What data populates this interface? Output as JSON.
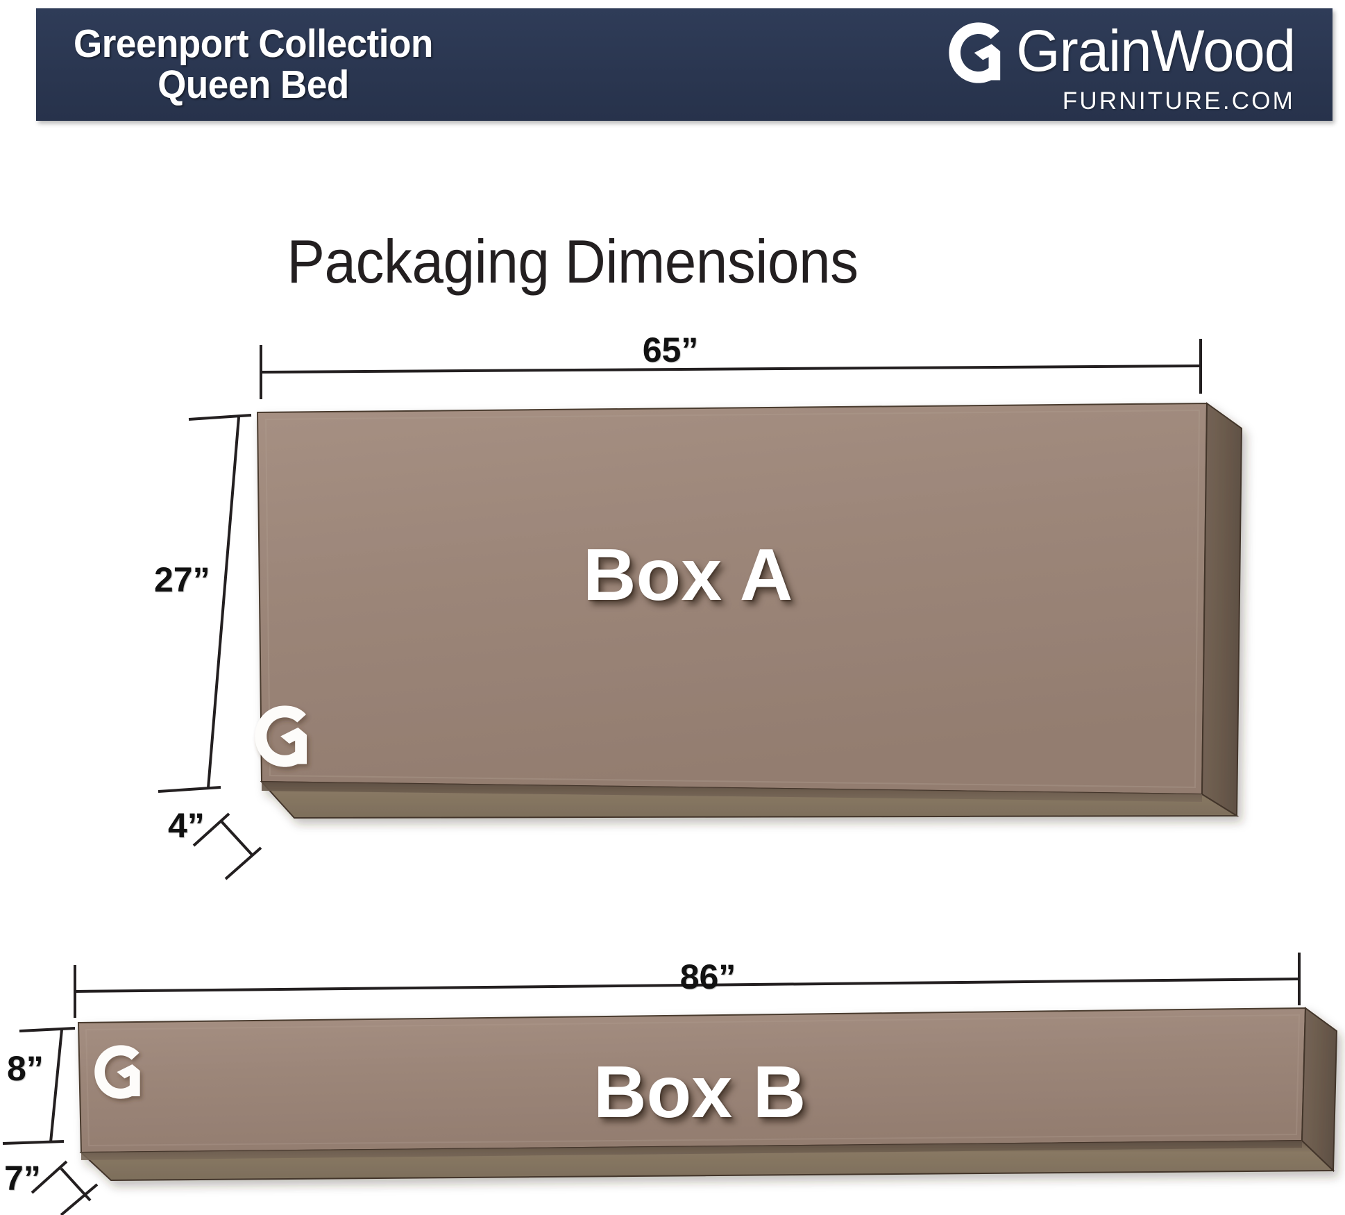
{
  "header": {
    "product_title": "Greenport Collection\nQueen Bed",
    "brand": {
      "wordmark": "GrainWood",
      "sub": "FURNITURE.COM",
      "logo_icon": "grainwood-g-icon"
    },
    "bar_color": "#2b3854"
  },
  "page": {
    "section_title": "Packaging Dimensions",
    "background_color": "#ffffff"
  },
  "boxes": [
    {
      "id": "box-a",
      "caption": "Box A",
      "width_label": "65”",
      "height_label": "27”",
      "depth_label": "4”",
      "face_color": "#9d8779",
      "side_color": "#6c5c4e",
      "bottom_color": "#84735f",
      "watermark_icon": "grainwood-g-icon"
    },
    {
      "id": "box-b",
      "caption": "Box B",
      "width_label": "86”",
      "height_label": "8”",
      "depth_label": "7”",
      "face_color": "#9d8779",
      "side_color": "#6c5c4e",
      "bottom_color": "#84735f",
      "watermark_icon": "grainwood-g-icon"
    }
  ],
  "dimensions": {
    "box_a_width": "65”",
    "box_a_height": "27”",
    "box_a_depth": "4”",
    "box_b_width": "86”",
    "box_b_height": "8”",
    "box_b_depth": "7”"
  },
  "captions": {
    "box_a": "Box A",
    "box_b": "Box B"
  }
}
